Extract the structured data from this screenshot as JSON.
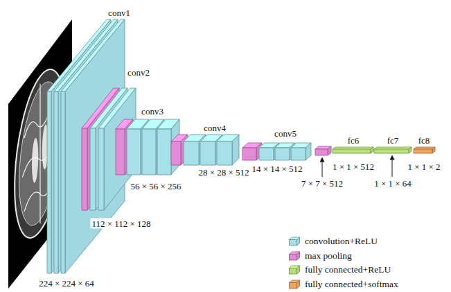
{
  "diagram": {
    "labels": [
      "conv1",
      "224 × 224 × 64",
      "conv2",
      "112 × 112 × 128",
      "conv3",
      "56 × 56 × 256",
      "conv4",
      "28 × 28 × 512",
      "conv5",
      "14 × 14 × 512",
      "7 × 7 × 512",
      "fc6",
      "1 × 1 × 512",
      "fc7",
      "1 × 1 × 64",
      "fc8",
      "1 × 1 × 2"
    ],
    "legend": [
      {
        "text": "convolution+ReLU",
        "color": "#a6e1ea"
      },
      {
        "text": "max pooling",
        "color": "#e38bd6"
      },
      {
        "text": "fully connected+ReLU",
        "color": "#b6e07a"
      },
      {
        "text": "fully connected+softmax",
        "color": "#f3a25e"
      }
    ]
  }
}
